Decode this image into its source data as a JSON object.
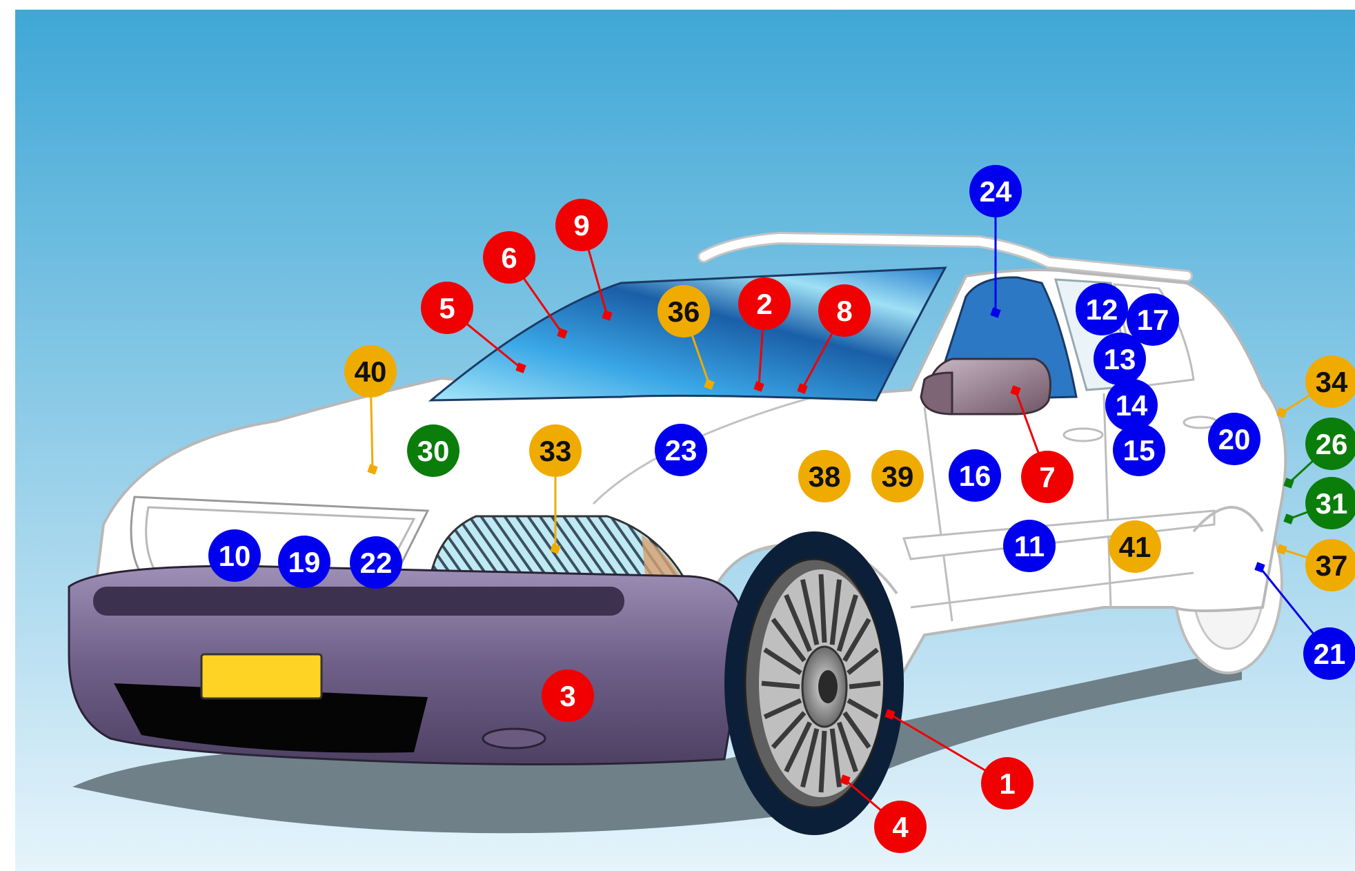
{
  "colors": {
    "sky_top": "#3fa7d6",
    "sky_bottom": "#e6f4fb",
    "shadow": "#6f8088",
    "body": "#ffffff",
    "outline": "#b5b5b5",
    "bumper": "#7a6a94",
    "bumper_dark": "#3b3047",
    "glass": "#2c78c4",
    "glass_light": "#a7e3f6",
    "mirror": "#8e7686",
    "tire": "#0c1f38",
    "plate": "#ffd324",
    "red": "#f00000",
    "blue": "#0000ee",
    "green": "#0a7d0a",
    "orange": "#f0ab00"
  },
  "markers": [
    {
      "label": "1",
      "color": "red",
      "text_color": "#ffffff"
    },
    {
      "label": "2",
      "color": "red",
      "text_color": "#ffffff"
    },
    {
      "label": "3",
      "color": "red",
      "text_color": "#ffffff"
    },
    {
      "label": "4",
      "color": "red",
      "text_color": "#ffffff"
    },
    {
      "label": "5",
      "color": "red",
      "text_color": "#ffffff"
    },
    {
      "label": "6",
      "color": "red",
      "text_color": "#ffffff"
    },
    {
      "label": "7",
      "color": "red",
      "text_color": "#ffffff"
    },
    {
      "label": "8",
      "color": "red",
      "text_color": "#ffffff"
    },
    {
      "label": "9",
      "color": "red",
      "text_color": "#ffffff"
    },
    {
      "label": "10",
      "color": "blue",
      "text_color": "#ffffff"
    },
    {
      "label": "11",
      "color": "blue",
      "text_color": "#ffffff"
    },
    {
      "label": "12",
      "color": "blue",
      "text_color": "#ffffff"
    },
    {
      "label": "13",
      "color": "blue",
      "text_color": "#ffffff"
    },
    {
      "label": "14",
      "color": "blue",
      "text_color": "#ffffff"
    },
    {
      "label": "15",
      "color": "blue",
      "text_color": "#ffffff"
    },
    {
      "label": "16",
      "color": "blue",
      "text_color": "#ffffff"
    },
    {
      "label": "17",
      "color": "blue",
      "text_color": "#ffffff"
    },
    {
      "label": "19",
      "color": "blue",
      "text_color": "#ffffff"
    },
    {
      "label": "20",
      "color": "blue",
      "text_color": "#ffffff"
    },
    {
      "label": "21",
      "color": "blue",
      "text_color": "#ffffff"
    },
    {
      "label": "22",
      "color": "blue",
      "text_color": "#ffffff"
    },
    {
      "label": "23",
      "color": "blue",
      "text_color": "#ffffff"
    },
    {
      "label": "24",
      "color": "blue",
      "text_color": "#ffffff"
    },
    {
      "label": "26",
      "color": "green",
      "text_color": "#ffffff"
    },
    {
      "label": "30",
      "color": "green",
      "text_color": "#ffffff"
    },
    {
      "label": "31",
      "color": "green",
      "text_color": "#ffffff"
    },
    {
      "label": "33",
      "color": "orange",
      "text_color": "#111111"
    },
    {
      "label": "34",
      "color": "orange",
      "text_color": "#111111"
    },
    {
      "label": "36",
      "color": "orange",
      "text_color": "#111111"
    },
    {
      "label": "37",
      "color": "orange",
      "text_color": "#111111"
    },
    {
      "label": "38",
      "color": "orange",
      "text_color": "#111111"
    },
    {
      "label": "39",
      "color": "orange",
      "text_color": "#111111"
    },
    {
      "label": "40",
      "color": "orange",
      "text_color": "#111111"
    },
    {
      "label": "41",
      "color": "orange",
      "text_color": "#111111"
    }
  ]
}
